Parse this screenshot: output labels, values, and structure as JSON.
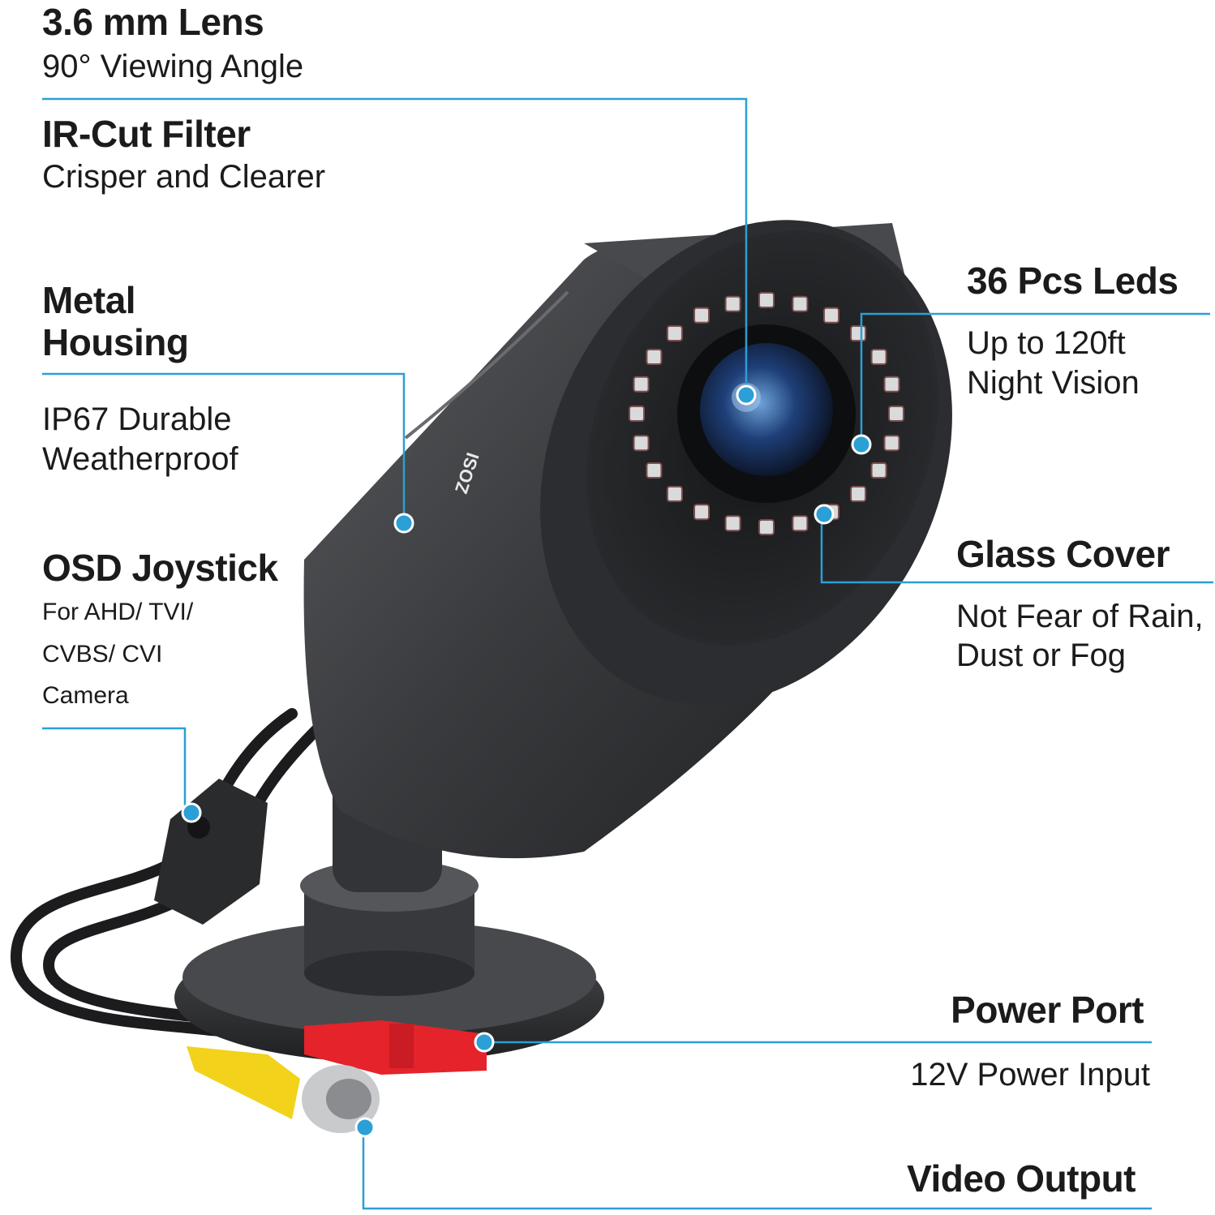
{
  "brand": {
    "logo_text": "ZOSI",
    "accent_color": "#2b9fd6",
    "camera_body_color": "#3a3b3d",
    "power_connector_color": "#e4232b",
    "video_connector_color": "#f2d21b"
  },
  "callouts": {
    "lens": {
      "title": "3.6 mm Lens",
      "subtitle": "90° Viewing Angle"
    },
    "ir_cut": {
      "title": "IR-Cut Filter",
      "subtitle": "Crisper and Clearer"
    },
    "housing": {
      "title_line1": "Metal",
      "title_line2": "Housing",
      "sub_line1": "IP67 Durable",
      "sub_line2": "Weatherproof"
    },
    "osd": {
      "title": "OSD Joystick",
      "line1": "For AHD/ TVI/",
      "line2": "CVBS/ CVI",
      "line3": "Camera"
    },
    "leds": {
      "title": "36 Pcs Leds",
      "sub_line1": "Up to 120ft",
      "sub_line2": "Night Vision"
    },
    "glass": {
      "title": "Glass Cover",
      "sub_line1": "Not Fear of Rain,",
      "sub_line2": "Dust or Fog"
    },
    "power": {
      "title": "Power Port",
      "subtitle": "12V Power Input"
    },
    "video": {
      "title": "Video Output"
    }
  }
}
